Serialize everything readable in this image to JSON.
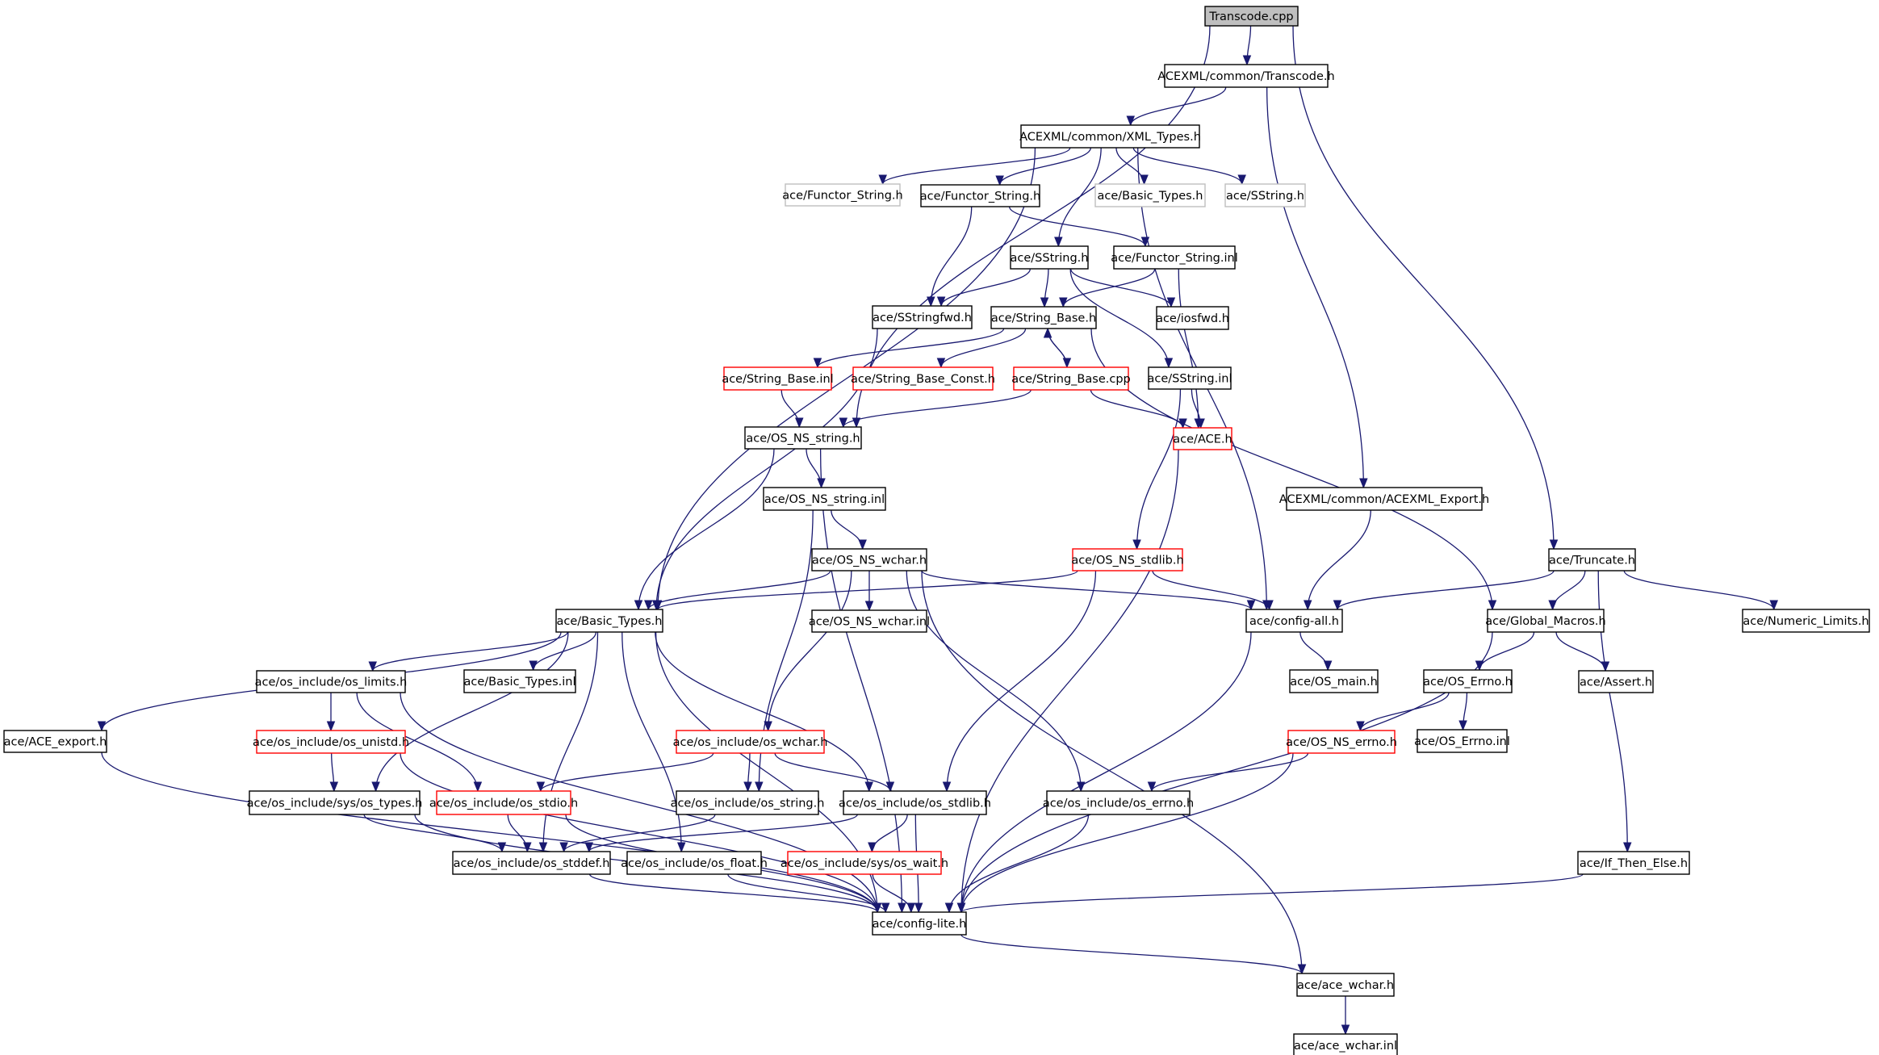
{
  "graph": {
    "title": "Transcode.cpp",
    "nodes": [
      {
        "id": "n0",
        "label": "Transcode.cpp",
        "style": "root"
      },
      {
        "id": "n1",
        "label": "ACEXML/common/Transcode.h",
        "style": "normal"
      },
      {
        "id": "n2",
        "label": "ACEXML/common/XML_Types.h",
        "style": "normal"
      },
      {
        "id": "n3",
        "label": "ace/Functor_String.h",
        "style": "gray"
      },
      {
        "id": "n4",
        "label": "ace/Functor_String.h",
        "style": "normal"
      },
      {
        "id": "n5",
        "label": "ace/Basic_Types.h",
        "style": "gray"
      },
      {
        "id": "n6",
        "label": "ace/SString.h",
        "style": "gray"
      },
      {
        "id": "n7",
        "label": "ace/SString.h",
        "style": "normal"
      },
      {
        "id": "n8",
        "label": "ace/Functor_String.inl",
        "style": "normal"
      },
      {
        "id": "n9",
        "label": "ace/SStringfwd.h",
        "style": "normal"
      },
      {
        "id": "n10",
        "label": "ace/String_Base.h",
        "style": "normal"
      },
      {
        "id": "n11",
        "label": "ace/iosfwd.h",
        "style": "normal"
      },
      {
        "id": "n12",
        "label": "ace/String_Base.inl",
        "style": "red"
      },
      {
        "id": "n13",
        "label": "ace/String_Base_Const.h",
        "style": "red"
      },
      {
        "id": "n14",
        "label": "ace/String_Base.cpp",
        "style": "red"
      },
      {
        "id": "n15",
        "label": "ace/SString.inl",
        "style": "normal"
      },
      {
        "id": "n16",
        "label": "ace/OS_NS_string.h",
        "style": "normal"
      },
      {
        "id": "n17",
        "label": "ace/ACE.h",
        "style": "red"
      },
      {
        "id": "n18",
        "label": "ace/OS_NS_string.inl",
        "style": "normal"
      },
      {
        "id": "n19",
        "label": "ACEXML/common/ACEXML_Export.h",
        "style": "normal"
      },
      {
        "id": "n20",
        "label": "ace/OS_NS_wchar.h",
        "style": "normal"
      },
      {
        "id": "n21",
        "label": "ace/OS_NS_stdlib.h",
        "style": "red"
      },
      {
        "id": "n22",
        "label": "ace/Truncate.h",
        "style": "normal"
      },
      {
        "id": "n23",
        "label": "ace/Basic_Types.h",
        "style": "normal"
      },
      {
        "id": "n24",
        "label": "ace/OS_NS_wchar.inl",
        "style": "normal"
      },
      {
        "id": "n25",
        "label": "ace/config-all.h",
        "style": "normal"
      },
      {
        "id": "n26",
        "label": "ace/Global_Macros.h",
        "style": "normal"
      },
      {
        "id": "n27",
        "label": "ace/Numeric_Limits.h",
        "style": "normal"
      },
      {
        "id": "n28",
        "label": "ace/os_include/os_limits.h",
        "style": "normal"
      },
      {
        "id": "n29",
        "label": "ace/Basic_Types.inl",
        "style": "normal"
      },
      {
        "id": "n30",
        "label": "ace/OS_main.h",
        "style": "normal"
      },
      {
        "id": "n31",
        "label": "ace/OS_Errno.h",
        "style": "normal"
      },
      {
        "id": "n32",
        "label": "ace/Assert.h",
        "style": "normal"
      },
      {
        "id": "n33",
        "label": "ace/ACE_export.h",
        "style": "normal"
      },
      {
        "id": "n34",
        "label": "ace/os_include/os_unistd.h",
        "style": "red"
      },
      {
        "id": "n35",
        "label": "ace/os_include/os_wchar.h",
        "style": "red"
      },
      {
        "id": "n36",
        "label": "ace/OS_NS_errno.h",
        "style": "red"
      },
      {
        "id": "n37",
        "label": "ace/OS_Errno.inl",
        "style": "normal"
      },
      {
        "id": "n38",
        "label": "ace/os_include/sys/os_types.h",
        "style": "normal"
      },
      {
        "id": "n39",
        "label": "ace/os_include/os_stdio.h",
        "style": "red"
      },
      {
        "id": "n40",
        "label": "ace/os_include/os_string.h",
        "style": "normal"
      },
      {
        "id": "n41",
        "label": "ace/os_include/os_stdlib.h",
        "style": "normal"
      },
      {
        "id": "n42",
        "label": "ace/os_include/os_errno.h",
        "style": "normal"
      },
      {
        "id": "n43",
        "label": "ace/os_include/os_stddef.h",
        "style": "normal"
      },
      {
        "id": "n44",
        "label": "ace/os_include/os_float.h",
        "style": "normal"
      },
      {
        "id": "n45",
        "label": "ace/os_include/sys/os_wait.h",
        "style": "red"
      },
      {
        "id": "n46",
        "label": "ace/If_Then_Else.h",
        "style": "normal"
      },
      {
        "id": "n47",
        "label": "ace/config-lite.h",
        "style": "normal"
      },
      {
        "id": "n48",
        "label": "ace/ace_wchar.h",
        "style": "normal"
      },
      {
        "id": "n49",
        "label": "ace/ace_wchar.inl",
        "style": "normal"
      }
    ],
    "edges": [
      [
        "n0",
        "n1"
      ],
      [
        "n0",
        "n16"
      ],
      [
        "n0",
        "n22"
      ],
      [
        "n1",
        "n2"
      ],
      [
        "n1",
        "n19"
      ],
      [
        "n2",
        "n3"
      ],
      [
        "n2",
        "n4"
      ],
      [
        "n2",
        "n5"
      ],
      [
        "n2",
        "n6"
      ],
      [
        "n2",
        "n7"
      ],
      [
        "n2",
        "n23"
      ],
      [
        "n2",
        "n25"
      ],
      [
        "n4",
        "n8"
      ],
      [
        "n4",
        "n9"
      ],
      [
        "n7",
        "n9"
      ],
      [
        "n7",
        "n10"
      ],
      [
        "n7",
        "n11"
      ],
      [
        "n7",
        "n15"
      ],
      [
        "n8",
        "n10"
      ],
      [
        "n8",
        "n17"
      ],
      [
        "n9",
        "n23"
      ],
      [
        "n10",
        "n12"
      ],
      [
        "n10",
        "n13"
      ],
      [
        "n10",
        "n14"
      ],
      [
        "n10",
        "n26"
      ],
      [
        "n14",
        "n10"
      ],
      [
        "n14",
        "n16"
      ],
      [
        "n14",
        "n17"
      ],
      [
        "n12",
        "n16"
      ],
      [
        "n15",
        "n17"
      ],
      [
        "n15",
        "n21"
      ],
      [
        "n16",
        "n18"
      ],
      [
        "n16",
        "n23"
      ],
      [
        "n16",
        "n47"
      ],
      [
        "n17",
        "n47"
      ],
      [
        "n18",
        "n20"
      ],
      [
        "n18",
        "n40"
      ],
      [
        "n19",
        "n25"
      ],
      [
        "n20",
        "n23"
      ],
      [
        "n20",
        "n24"
      ],
      [
        "n20",
        "n25"
      ],
      [
        "n20",
        "n35"
      ],
      [
        "n20",
        "n42"
      ],
      [
        "n20",
        "n48"
      ],
      [
        "n21",
        "n23"
      ],
      [
        "n21",
        "n25"
      ],
      [
        "n21",
        "n41"
      ],
      [
        "n22",
        "n25"
      ],
      [
        "n22",
        "n26"
      ],
      [
        "n22",
        "n27"
      ],
      [
        "n22",
        "n46"
      ],
      [
        "n23",
        "n28"
      ],
      [
        "n23",
        "n29"
      ],
      [
        "n23",
        "n33"
      ],
      [
        "n23",
        "n38"
      ],
      [
        "n23",
        "n41"
      ],
      [
        "n23",
        "n43"
      ],
      [
        "n23",
        "n44"
      ],
      [
        "n23",
        "n47"
      ],
      [
        "n25",
        "n30"
      ],
      [
        "n25",
        "n47"
      ],
      [
        "n26",
        "n31"
      ],
      [
        "n26",
        "n32"
      ],
      [
        "n26",
        "n47"
      ],
      [
        "n28",
        "n34"
      ],
      [
        "n28",
        "n39"
      ],
      [
        "n28",
        "n47"
      ],
      [
        "n31",
        "n36"
      ],
      [
        "n31",
        "n37"
      ],
      [
        "n33",
        "n47"
      ],
      [
        "n34",
        "n38"
      ],
      [
        "n34",
        "n47"
      ],
      [
        "n35",
        "n39"
      ],
      [
        "n35",
        "n40"
      ],
      [
        "n35",
        "n41"
      ],
      [
        "n36",
        "n42"
      ],
      [
        "n36",
        "n47"
      ],
      [
        "n38",
        "n43"
      ],
      [
        "n38",
        "n47"
      ],
      [
        "n39",
        "n43"
      ],
      [
        "n39",
        "n47"
      ],
      [
        "n40",
        "n43"
      ],
      [
        "n41",
        "n43"
      ],
      [
        "n41",
        "n45"
      ],
      [
        "n41",
        "n47"
      ],
      [
        "n42",
        "n47"
      ],
      [
        "n43",
        "n47"
      ],
      [
        "n44",
        "n47"
      ],
      [
        "n45",
        "n47"
      ],
      [
        "n46",
        "n47"
      ],
      [
        "n47",
        "n48"
      ],
      [
        "n48",
        "n49"
      ]
    ]
  }
}
